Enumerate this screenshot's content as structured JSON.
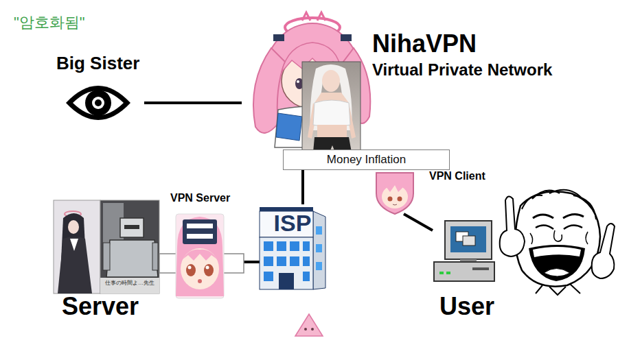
{
  "diagram": {
    "nodes": [
      {
        "text": [
          "Big Sister"
        ]
      },
      {
        "text": [
          "NihaVPN",
          "Virtual Private Network"
        ]
      },
      {
        "text": [
          "Money Inflation"
        ]
      },
      {
        "text": [
          "ISP"
        ]
      },
      {
        "text": [
          "VPN Client"
        ]
      },
      {
        "text": [
          "User"
        ]
      },
      {
        "text": [
          "VPN Server"
        ]
      },
      {
        "text": [
          "Server"
        ]
      }
    ],
    "edges": [
      {
        "from": 0,
        "to": 1,
        "arrow": "none"
      },
      {
        "from": 2,
        "to": 3,
        "arrow": "none"
      },
      {
        "from": 4,
        "to": 5,
        "arrow": "none"
      },
      {
        "from": 3,
        "to": 6,
        "arrow": "none"
      },
      {
        "from": 6,
        "to": 7,
        "arrow": "none"
      }
    ],
    "labels": [
      "\"암호화됨\"",
      "仕事の時間よ…先生"
    ]
  }
}
